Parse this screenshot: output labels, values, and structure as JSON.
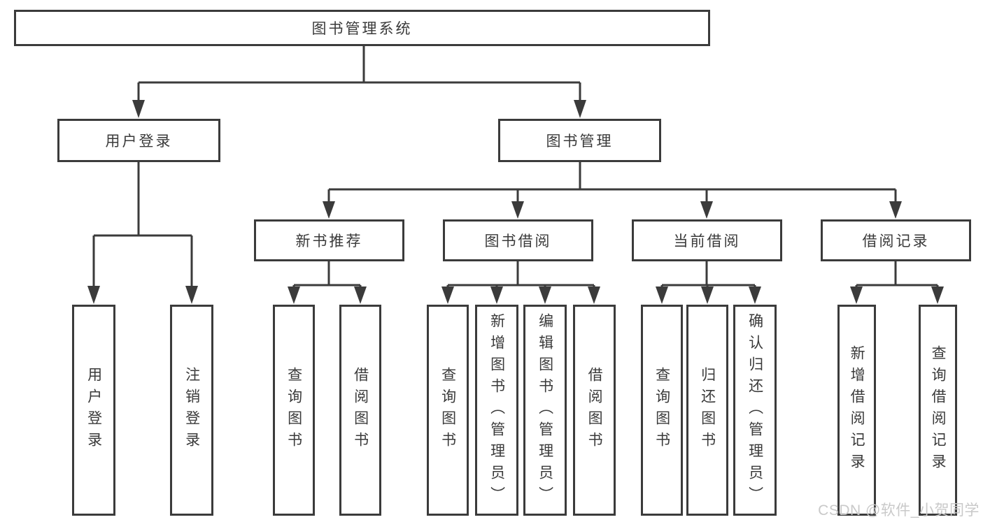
{
  "diagram": {
    "root": {
      "label": "图书管理系统",
      "children": [
        {
          "label": "用户登录",
          "children": [
            {
              "label": "用户登录"
            },
            {
              "label": "注销登录"
            }
          ]
        },
        {
          "label": "图书管理",
          "children": [
            {
              "label": "新书推荐",
              "children": [
                {
                  "label": "查询图书"
                },
                {
                  "label": "借阅图书"
                }
              ]
            },
            {
              "label": "图书借阅",
              "children": [
                {
                  "label": "查询图书"
                },
                {
                  "label": "新增图书（管理员）"
                },
                {
                  "label": "编辑图书（管理员）"
                },
                {
                  "label": "借阅图书"
                }
              ]
            },
            {
              "label": "当前借阅",
              "children": [
                {
                  "label": "查询图书"
                },
                {
                  "label": "归还图书"
                },
                {
                  "label": "确认归还（管理员）"
                }
              ]
            },
            {
              "label": "借阅记录",
              "children": [
                {
                  "label": "新增借阅记录"
                },
                {
                  "label": "查询借阅记录"
                }
              ]
            }
          ]
        }
      ]
    },
    "watermark": "CSDN @软件_小贺同学",
    "colors": {
      "line": "#3b3b3b",
      "text": "#3a3a3a",
      "node_background": "#ffffff",
      "page_background": "#ffffff",
      "watermark": "#c9c9c9"
    }
  }
}
